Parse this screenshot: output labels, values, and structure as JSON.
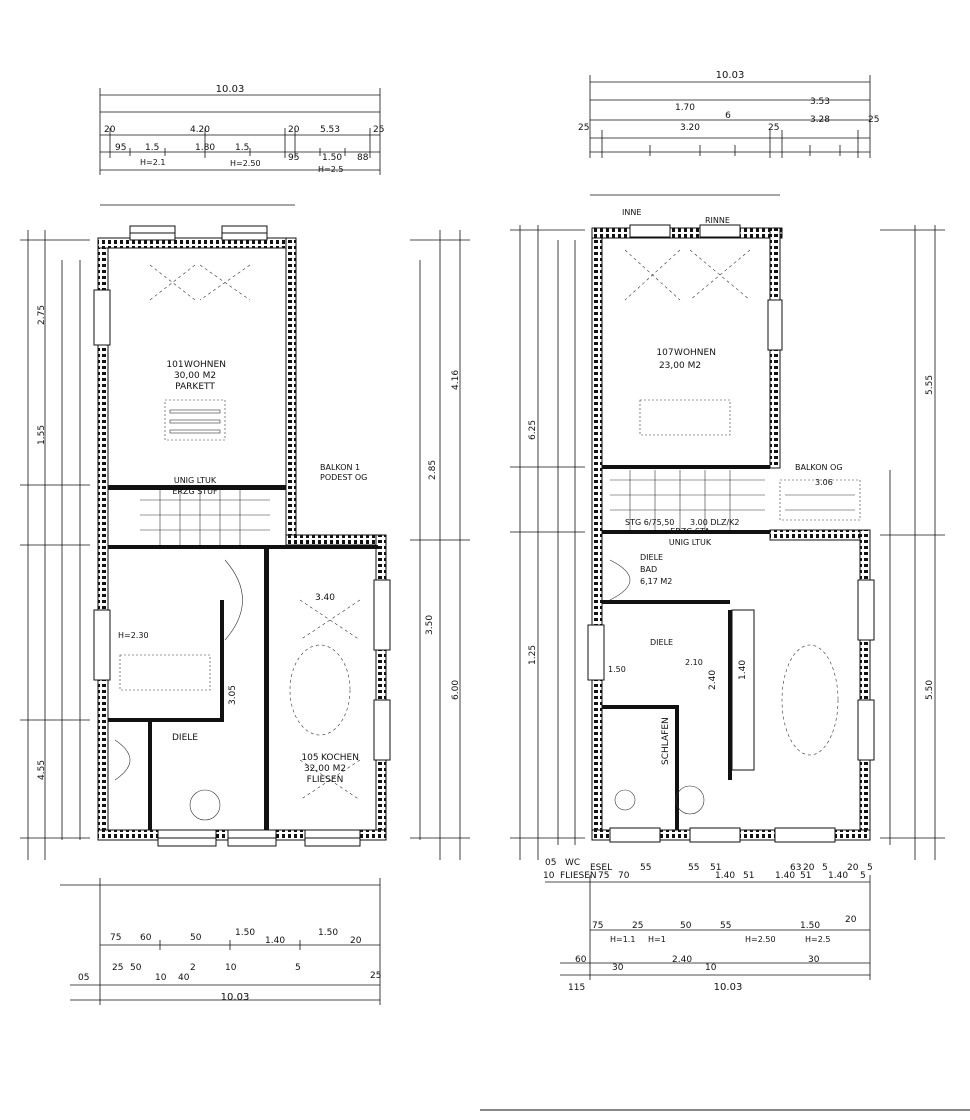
{
  "left_plan": {
    "top_dims": {
      "total": "10.03",
      "row_a": [
        "20",
        "4.20",
        "20",
        "5.53",
        "25"
      ],
      "row_b": [
        "95",
        "1.5",
        "1.80",
        "1.5",
        "95",
        "1.50",
        "88"
      ],
      "row_c": [
        "H=2.1",
        "H=2.50",
        "H=2.5"
      ]
    },
    "rooms": {
      "r101_num": "101",
      "r101_name": "WOHNEN",
      "r101_area": "30,00 M2",
      "r101_floor": "PARKETT",
      "r105_num": "105",
      "r105_name": "KOCHEN",
      "r105_area": "32,00 M2",
      "r105_floor": "FLIESEN",
      "stair_label": "UNIG LTUK",
      "stair_steps": "ERZG STUF",
      "hall_label": "DIELE"
    },
    "misc": {
      "windows_h": "H=2.30",
      "side_a": "2.75",
      "side_b": "1.55",
      "side_c": "4.55",
      "side_d": "2.85",
      "side_e": "4.16",
      "side_f": "3.50",
      "side_g": "6.00",
      "ne_label": "BALKON 1",
      "ne_sub": "PODEST OG",
      "inner_a": "3.40",
      "inner_b": "3.05"
    },
    "bottom_dims": {
      "row_a": [
        "75",
        "60",
        "50",
        "1.50",
        "1.40",
        "1.50",
        "20"
      ],
      "row_b": [
        "05",
        "25",
        "50",
        "10",
        "40",
        "2",
        "10",
        "5",
        "25"
      ],
      "total": "10.03"
    }
  },
  "right_plan": {
    "top_dims": {
      "total": "10.03",
      "row_a": [
        "1.70",
        "6",
        "3.53"
      ],
      "row_b": [
        "25",
        "3.20",
        "25",
        "3.28",
        "25"
      ],
      "row_c": [
        "INNE",
        "RINNE"
      ]
    },
    "rooms": {
      "r107_num": "107",
      "r107_name": "WOHNEN",
      "r107_area": "23,00 M2",
      "stair_label": "UNIG LTUK",
      "stair_steps": "ERZG STA",
      "stair_spec": "STG 6/75,50",
      "hall_label": "DIELE",
      "r_sub": "3.00 DLZ/K2",
      "bath_label": "BAD",
      "bath_area": "6,17 M2",
      "room_label": "SCHLAFEN",
      "room_label2": "DIELE",
      "room_a": "1.50",
      "room_b": "2.10"
    },
    "misc": {
      "side_a": "5.55",
      "side_b": "6.25",
      "side_c": "5.50",
      "side_d": "1.25",
      "balkon": "BALKON OG",
      "balkon_dim": "3.06",
      "inner_a": "2.40",
      "inner_b": "1.40"
    },
    "bottom_dims": {
      "row_a": [
        "05",
        "WC",
        "ESEL",
        "55",
        "55",
        "51",
        "63",
        "20",
        "5",
        "20",
        "5"
      ],
      "row_b": [
        "10",
        "FLIESEN",
        "75",
        "70",
        "1.40",
        "51",
        "1.40",
        "51",
        "1.40",
        "5"
      ],
      "row_c": [
        "75",
        "25",
        "50",
        "55",
        "1.50",
        "20"
      ],
      "row_d": [
        "H=1.1",
        "H=1",
        "H=2.50",
        "H=2.5"
      ],
      "row_e": [
        "60",
        "30",
        "2.40",
        "10",
        "30"
      ],
      "total": "10.03",
      "total_b": "115"
    }
  }
}
